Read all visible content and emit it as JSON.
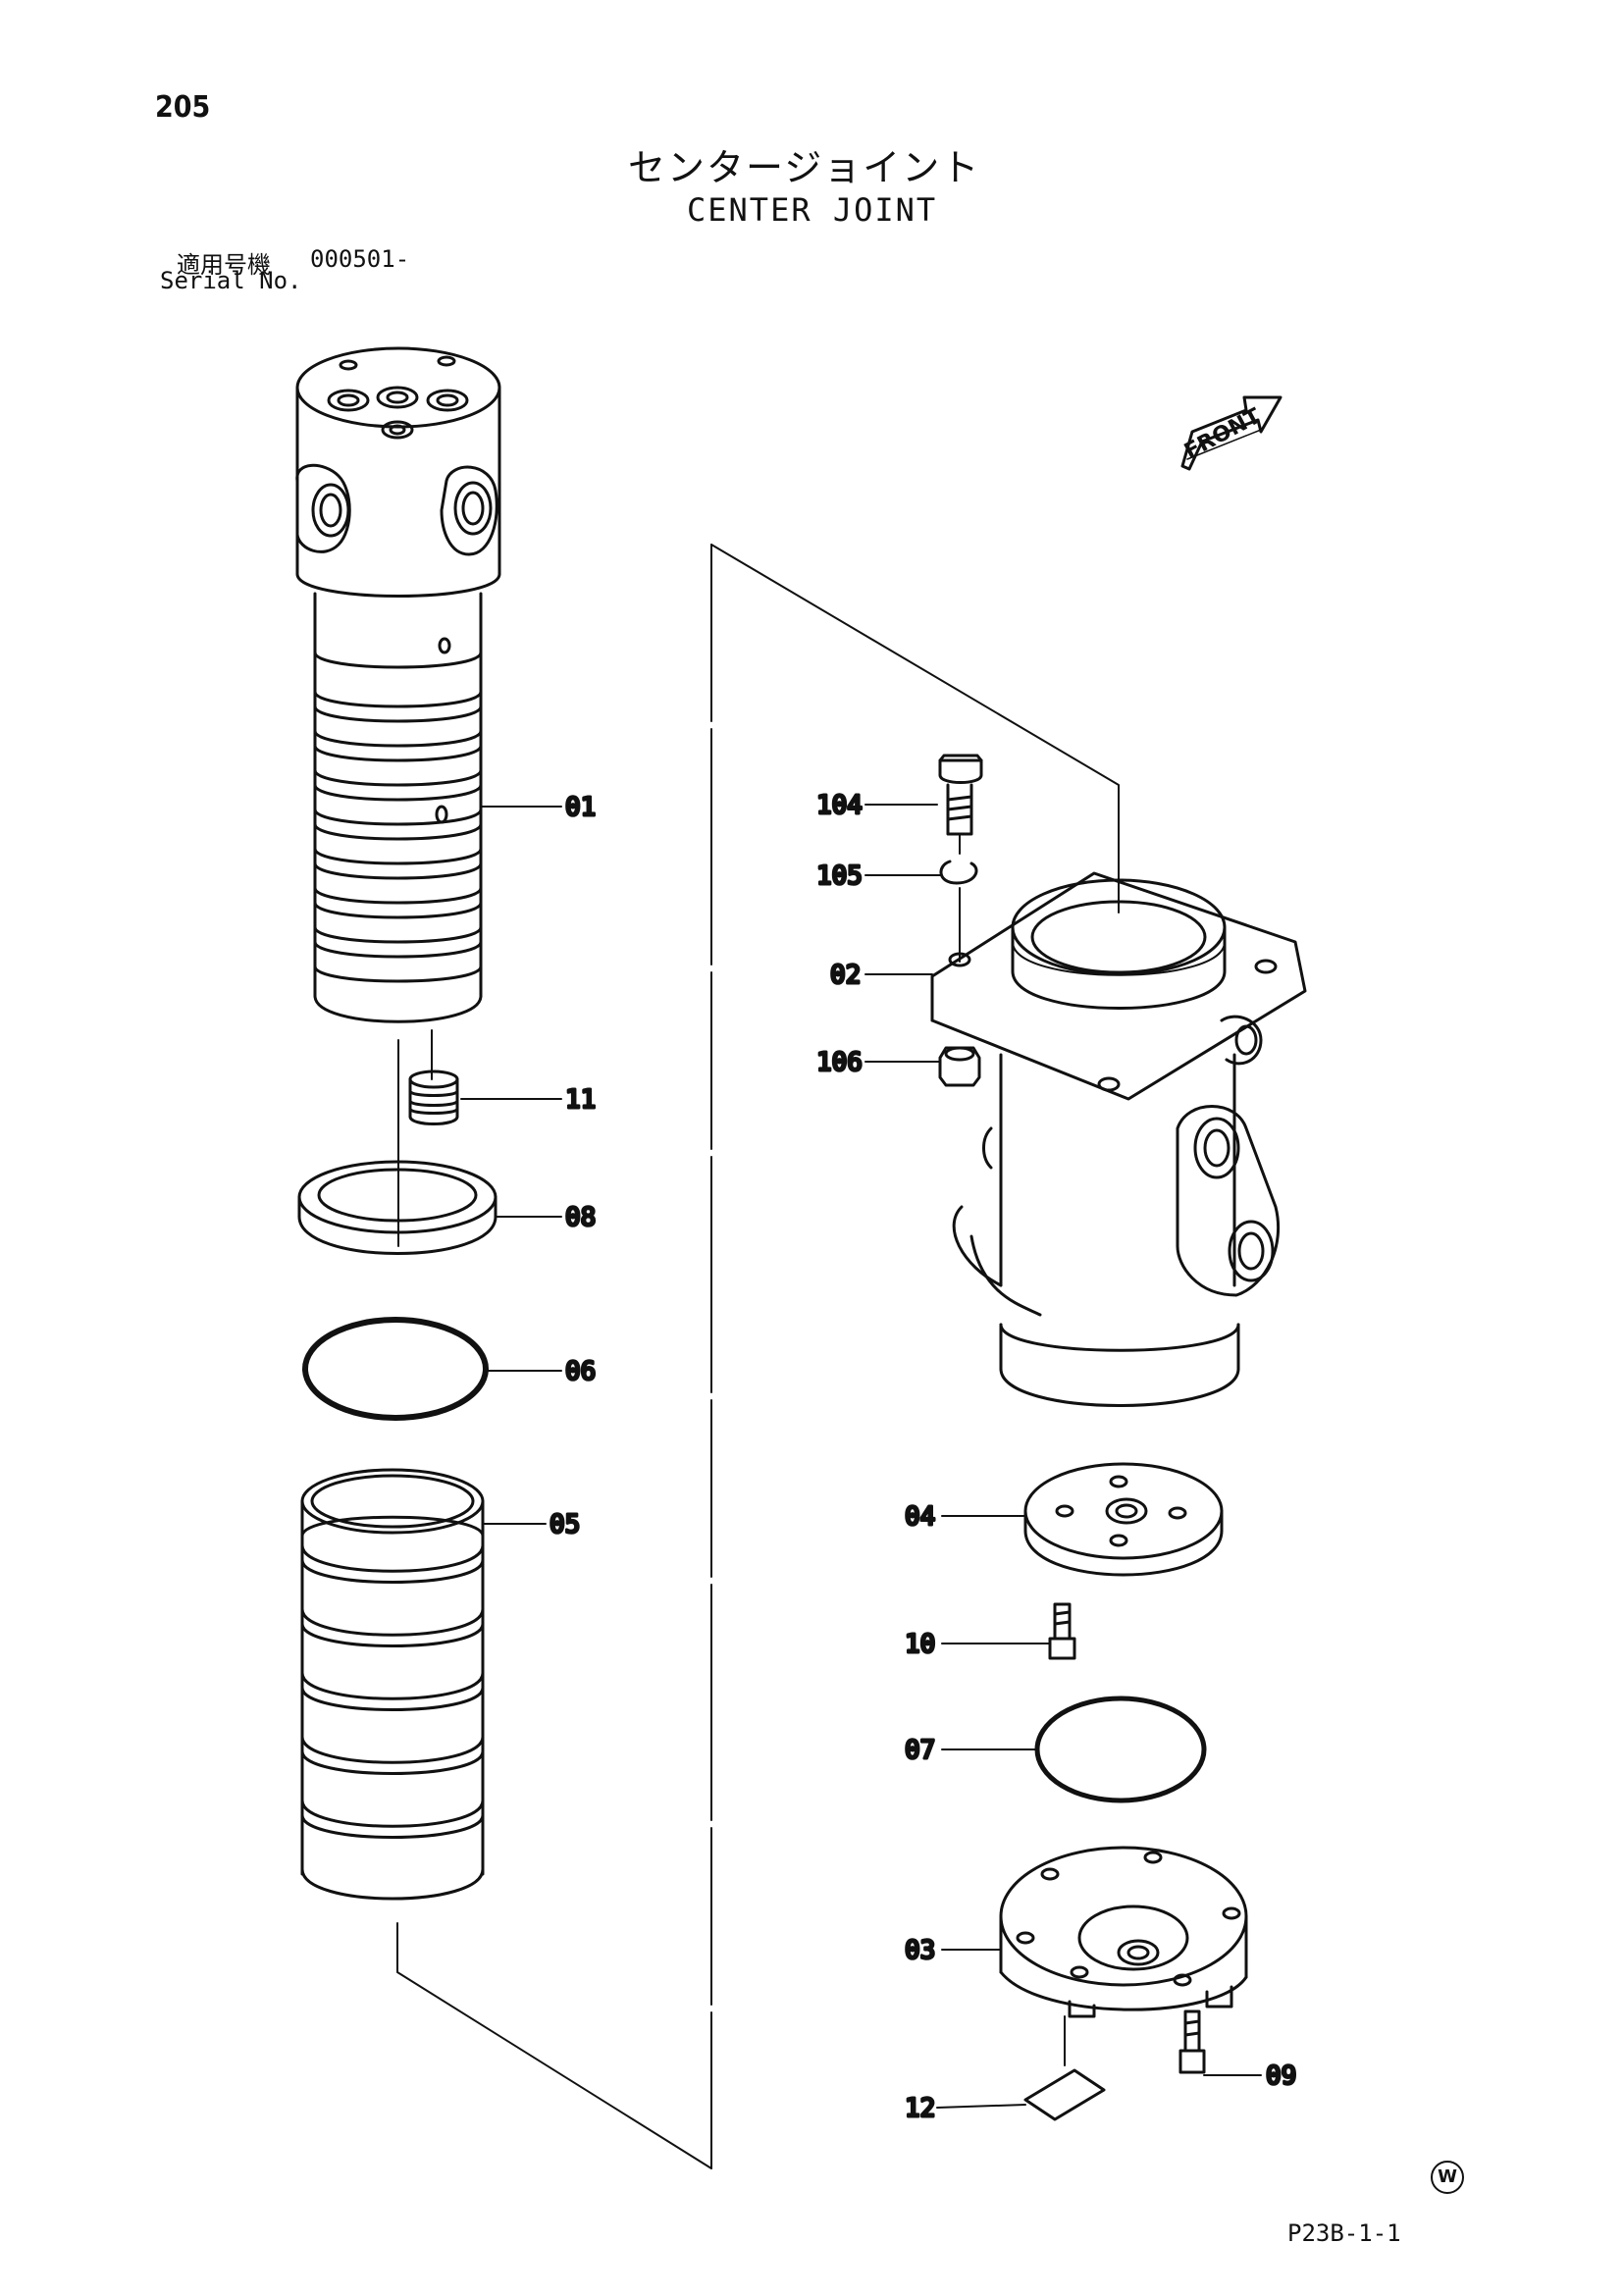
{
  "page": {
    "number": "205"
  },
  "title": {
    "japanese": "センタージョイント",
    "english": "CENTER JOINT"
  },
  "serial": {
    "label_jp": "適用号機",
    "label_en": "Serial No.",
    "value": "000501-"
  },
  "front_label": "FRONT",
  "figure_code": "P23B-1-1",
  "watermark": "W",
  "callouts": {
    "c01": "01",
    "c11": "11",
    "c08a": "08",
    "c06": "06",
    "c05": "05",
    "c104": "104",
    "c105": "105",
    "c02": "02",
    "c106": "106",
    "c04": "04",
    "c10": "10",
    "c07": "07",
    "c03": "03",
    "c12": "12",
    "c09": "09"
  }
}
